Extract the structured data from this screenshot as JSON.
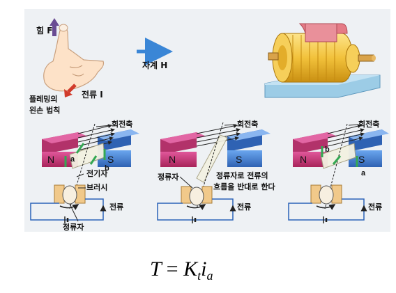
{
  "labels": {
    "force": "힘 F",
    "field": "자계 H",
    "current": "전류 I",
    "rule_line1": "플레밍의",
    "rule_line2": "왼손 법칙",
    "axis": "회전축",
    "armature": "전기자",
    "brush": "브러시",
    "commutator": "정류자",
    "current_short": "전류",
    "commutator_note_line1": "정류자로 전류의",
    "commutator_note_line2": "흐름을 반대로 한다",
    "pole_n": "N",
    "pole_s": "S",
    "coil_a": "a",
    "coil_b": "b"
  },
  "formula": {
    "T": "T",
    "eq": "=",
    "K": "K",
    "t": "t",
    "i": "i",
    "a": "a"
  },
  "colors": {
    "pole_n": "#c8336e",
    "pole_s": "#3f7fcf",
    "arrow_blue": "#3a86d6",
    "arrow_green": "#34a853",
    "arrow_red": "#d13b2b",
    "motor_yellow": "#f2c23b",
    "motor_base": "#8fbfd9",
    "panel_bg": "#eef1f4"
  }
}
